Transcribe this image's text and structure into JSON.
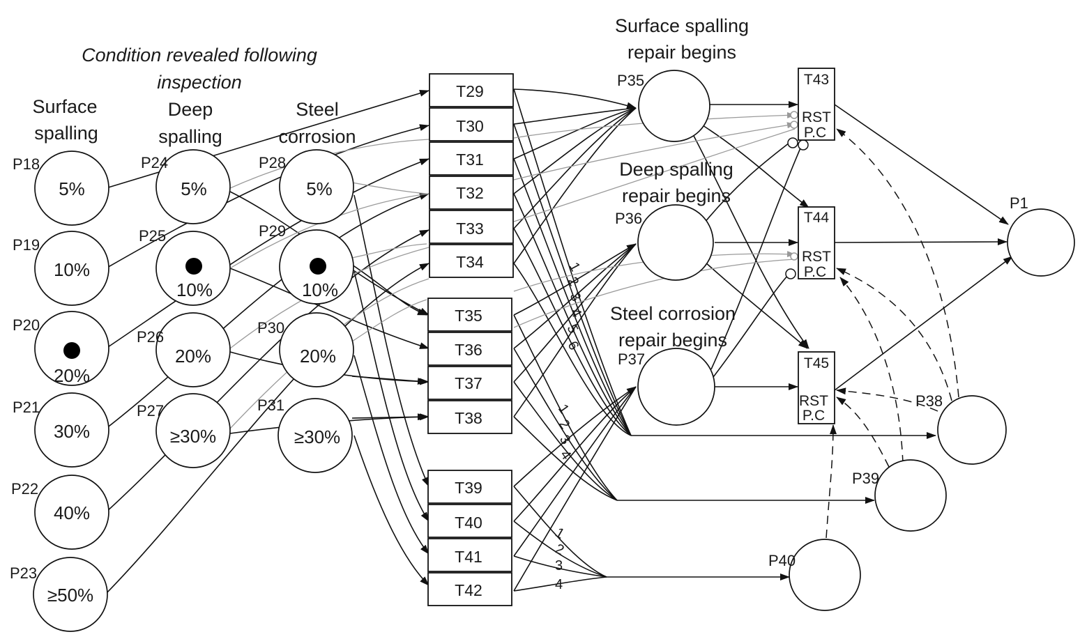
{
  "header": {
    "inspection_line1": "Condition revealed following",
    "inspection_line2": "inspection",
    "surface_spalling_line1": "Surface",
    "surface_spalling_line2": "spalling",
    "deep_spalling_line1": "Deep",
    "deep_spalling_line2": "spalling",
    "steel_corrosion_line1": "Steel",
    "steel_corrosion_line2": "corrosion",
    "surface_repair_line1": "Surface spalling",
    "surface_repair_line2": "repair begins",
    "deep_repair_line1": "Deep spalling",
    "deep_repair_line2": "repair begins",
    "steel_repair_line1": "Steel corrosion",
    "steel_repair_line2": "repair begins"
  },
  "places": {
    "P18": {
      "name": "P18",
      "value": "5%"
    },
    "P19": {
      "name": "P19",
      "value": "10%"
    },
    "P20": {
      "name": "P20",
      "value": "20%"
    },
    "P21": {
      "name": "P21",
      "value": "30%"
    },
    "P22": {
      "name": "P22",
      "value": "40%"
    },
    "P23": {
      "name": "P23",
      "value": "≥50%"
    },
    "P24": {
      "name": "P24",
      "value": "5%"
    },
    "P25": {
      "name": "P25",
      "value": "10%"
    },
    "P26": {
      "name": "P26",
      "value": "20%"
    },
    "P27": {
      "name": "P27",
      "value": "≥30%"
    },
    "P28": {
      "name": "P28",
      "value": "5%"
    },
    "P29": {
      "name": "P29",
      "value": "10%"
    },
    "P30": {
      "name": "P30",
      "value": "20%"
    },
    "P31": {
      "name": "P31",
      "value": "≥30%"
    },
    "P35": {
      "name": "P35"
    },
    "P36": {
      "name": "P36"
    },
    "P37": {
      "name": "P37"
    },
    "P38": {
      "name": "P38"
    },
    "P39": {
      "name": "P39"
    },
    "P40": {
      "name": "P40"
    },
    "P1": {
      "name": "P1"
    }
  },
  "transitions": {
    "T29": "T29",
    "T30": "T30",
    "T31": "T31",
    "T32": "T32",
    "T33": "T33",
    "T34": "T34",
    "T35": "T35",
    "T36": "T36",
    "T37": "T37",
    "T38": "T38",
    "T39": "T39",
    "T40": "T40",
    "T41": "T41",
    "T42": "T42",
    "T43": "T43",
    "T44": "T44",
    "T45": "T45"
  },
  "repair_box_labels": {
    "rst": "RST",
    "pc": "P.C"
  },
  "arc_labels": {
    "group_a": [
      "1",
      "2",
      "3",
      "4",
      "5",
      "6"
    ],
    "group_b": [
      "1",
      "2",
      "3",
      "4"
    ],
    "group_c": [
      "1",
      "2",
      "3",
      "4"
    ]
  },
  "tokens": [
    "P20",
    "P25",
    "P29"
  ]
}
